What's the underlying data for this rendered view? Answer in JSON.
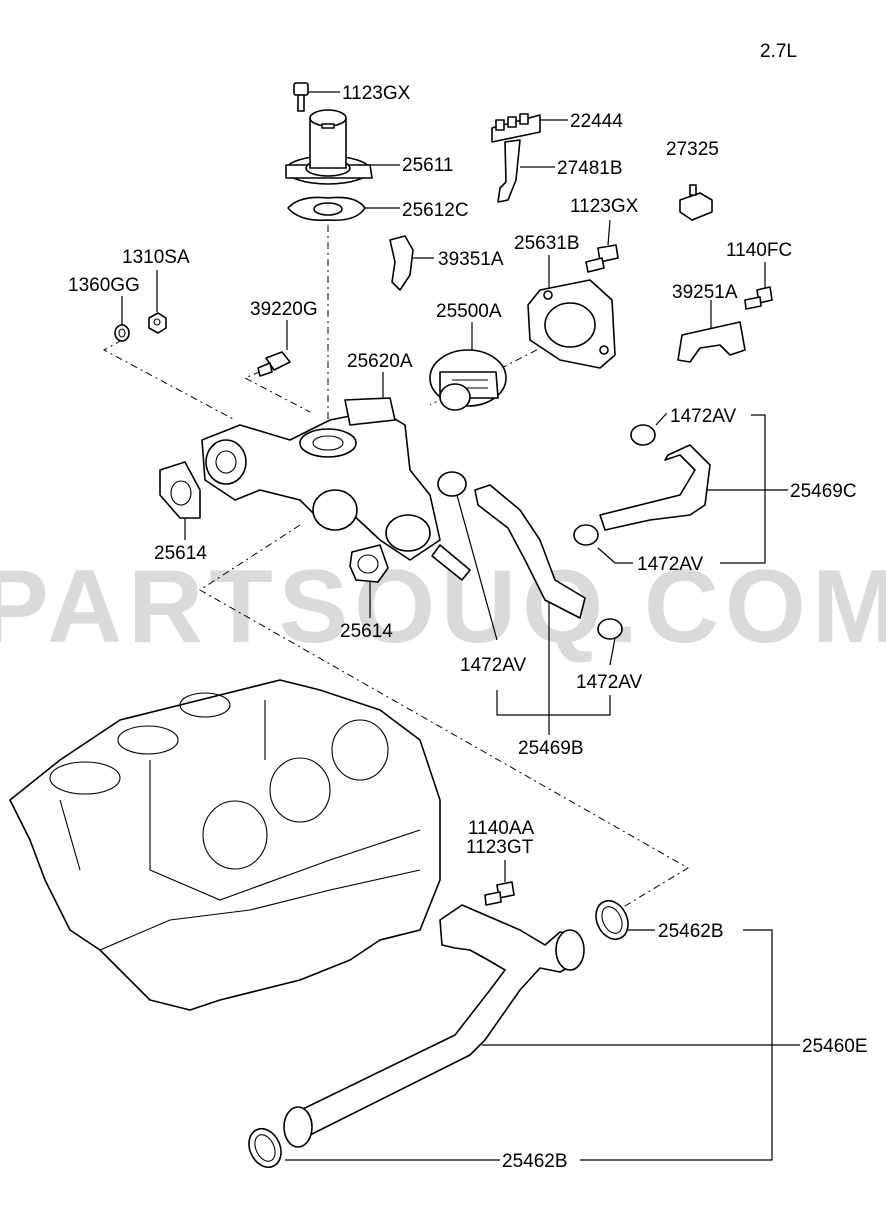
{
  "engine_label": "2.7L",
  "watermark": "PARTSOUQ.COM",
  "parts": {
    "bolt_top": "1123GX",
    "connector": "22444",
    "outlet_fitting": "25611",
    "bracket_wire": "27481B",
    "sensor_27325": "27325",
    "gasket_outlet": "25612C",
    "bolt_right": "1123GX",
    "clip": "39351A",
    "thermostat_housing": "25631B",
    "bolt_1140fc": "1140FC",
    "nut_1310sa": "1310SA",
    "washer_1360gg": "1360GG",
    "temp_sensor": "39220G",
    "thermostat": "25500A",
    "sensor_39251a": "39251A",
    "water_manifold": "25620A",
    "hose_clamp_upper": "1472AV",
    "hose_c": "25469C",
    "gasket_left": "25614",
    "hose_clamp_lower": "1472AV",
    "gasket_bottom": "25614",
    "clamp_left": "1472AV",
    "clamp_right": "1472AV",
    "hose_b": "25469B",
    "bolt_1140aa": "1140AA",
    "bolt_1123gt": "1123GT",
    "oring_top": "25462B",
    "pipe": "25460E",
    "oring_bottom": "25462B"
  }
}
